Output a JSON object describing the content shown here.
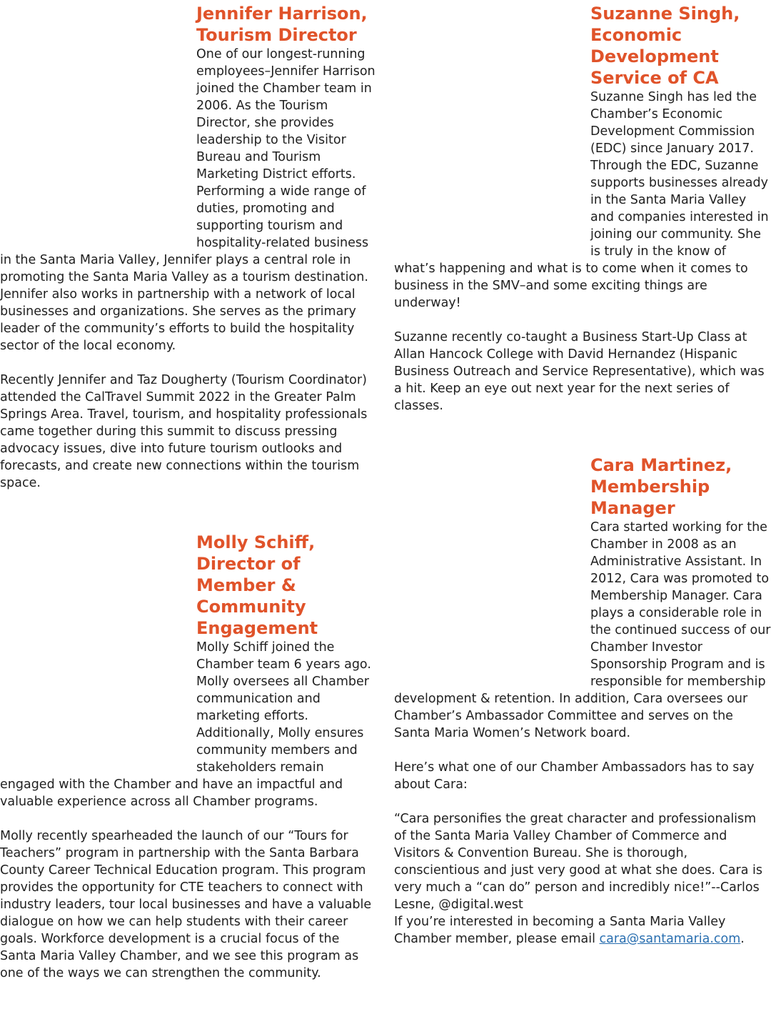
{
  "left": {
    "jennifer": {
      "name": "Jennifer Harrison, Tourism Director",
      "p1": "One of our longest-running employees–Jennifer Harrison joined the Chamber team in 2006. As the Tourism Director, she provides leadership to the Visitor Bureau and Tourism Marketing District efforts. Performing a wide range of duties, promoting and supporting tourism and hospitality-related business in the Santa Maria Valley, Jennifer plays a central role in promoting the Santa Maria Valley as a tourism destination. Jennifer also works in partnership with a network of local businesses and organizations. She serves as the primary leader of the community’s efforts to build the hospitality sector of the local economy.",
      "p2": "Recently Jennifer and Taz Dougherty (Tourism Coordinator) attended the CalTravel Summit 2022 in the Greater Palm Springs Area. Travel, tourism, and hospitality professionals came together during this summit to discuss pressing advocacy issues, dive into future tourism outlooks and forecasts, and create new connections within the tourism space."
    },
    "molly": {
      "name": "Molly Schiff, Director of Member & Community Engagement",
      "p1": "Molly Schiff joined the Chamber team 6 years ago. Molly oversees all Chamber communication and marketing efforts. Additionally, Molly ensures community members and stakeholders remain engaged with the Chamber and have an impactful and valuable experience across all Chamber programs.",
      "p2": "Molly recently spearheaded the launch of our “Tours for Teachers” program in partnership with the Santa Barbara County Career Technical Education program. This program provides the opportunity for CTE teachers to connect with industry leaders, tour local businesses and have a valuable dialogue on how we can help students with their career goals. Workforce development is a crucial focus of the Santa Maria Valley Chamber, and we see this program as one of the ways we can strengthen the community."
    }
  },
  "right": {
    "suzanne": {
      "name": "Suzanne Singh, Economic Development Service of CA",
      "p1": "Suzanne Singh has led the Chamber’s Economic Development Commission (EDC) since January 2017. Through the EDC, Suzanne supports businesses already in the Santa Maria Valley and companies interested in joining our community. She is truly in the know of what’s happening and what is to come when it comes to business in the SMV–and some exciting things are underway!",
      "p2": "Suzanne recently co-taught a Business Start-Up Class at Allan Hancock College with David Hernandez (Hispanic Business Outreach and Service Representative), which was a hit. Keep an eye out next year for the next series of classes."
    },
    "cara": {
      "name": "Cara Martinez, Membership Manager",
      "p1": "Cara started working for the Chamber in 2008 as an Administrative Assistant. In 2012, Cara was promoted to Membership Manager. Cara plays a considerable role in the continued success of our Chamber Investor Sponsorship Program and is responsible for membership development & retention. In addition, Cara oversees our Chamber’s Ambassador Committee and serves on the Santa Maria Women’s Network board.",
      "p2": "Here’s what one of our Chamber Ambassadors has to say about Cara:",
      "quote": "“Cara personifies the great character and professionalism of the Santa Maria Valley Chamber of Commerce and Visitors & Convention Bureau. She is thorough, conscientious and just very good at what she does. Cara is very much a “can do” person and incredibly nice!”--Carlos Lesne, @digital.west",
      "cta_prefix": "If you’re interested in becoming a Santa Maria Valley Chamber member, please email ",
      "email": "cara@santamaria.com",
      "cta_suffix": "."
    }
  }
}
